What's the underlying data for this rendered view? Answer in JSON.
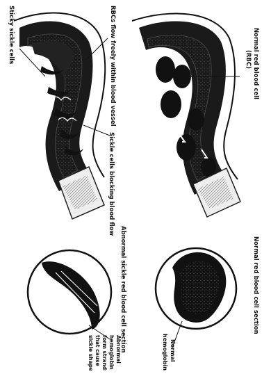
{
  "labels": {
    "sticky_sickle_cells": "Sticky sickle cells",
    "rbcs_flow_freely": "RBCs flow freely within blood vessel",
    "normal_rbc_line1": "Normal red blood cell",
    "normal_rbc_line2": "(RBC)",
    "sickle_blocking": "Sickle cells blocking blood flow",
    "abnormal_section": "Abnormal sickle red blood cell section",
    "normal_section": "Normal red blood cell section",
    "normal_hemoglobin_line1": "Normal",
    "normal_hemoglobin_line2": "hemoglobin",
    "abnormal_hemoglobin_lines": [
      "Abnormal",
      "hemoglobin",
      "form strands",
      "that cause",
      "sickle shape"
    ]
  }
}
